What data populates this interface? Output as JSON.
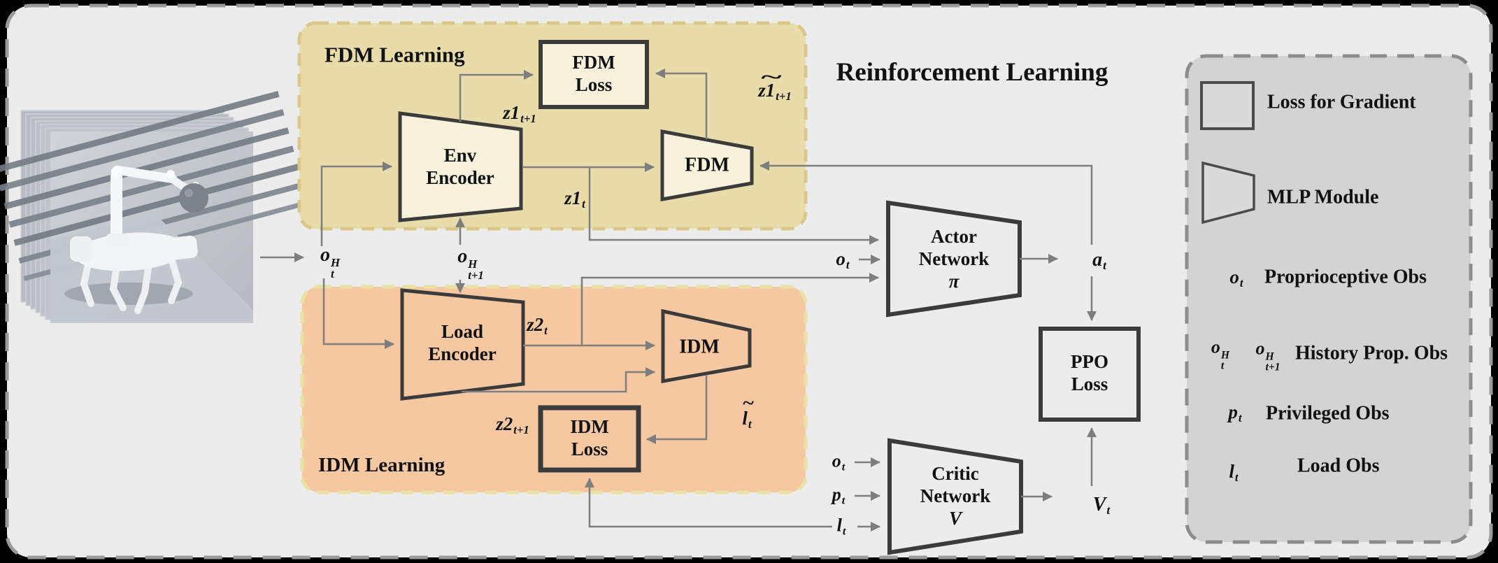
{
  "colors": {
    "bg": "#000000",
    "panel": "#ebeceb",
    "panel-border": "#9b9b9b",
    "fdm-bg": "#e9dcab",
    "fdm-border": "#dcc78b",
    "cream": "#f8f2dd",
    "idm-bg": "#f6c8a2",
    "idm-border": "#e9e2a4",
    "node-border": "#3b3b3b",
    "arrow": "#7e7e7e",
    "legend-bg": "#d3d3d3",
    "legend-shape-bg": "#dadada",
    "legend-border": "#8c8c8c",
    "legend-shape": "#4b4b4b",
    "text": "#111111"
  },
  "sections": {
    "fdm": "FDM Learning",
    "idm": "IDM  Learning",
    "rl": "Reinforcement Learning"
  },
  "nodes": {
    "env_encoder": {
      "line1": "Env",
      "line2": "Encoder"
    },
    "fdm_loss": {
      "line1": "FDM",
      "line2": "Loss"
    },
    "fdm": {
      "label": "FDM"
    },
    "load_encoder": {
      "line1": "Load",
      "line2": "Encoder"
    },
    "idm": {
      "label": "IDM"
    },
    "idm_loss": {
      "line1": "IDM",
      "line2": "Loss"
    },
    "actor": {
      "line1": "Actor",
      "line2": "Network",
      "line3": "π"
    },
    "critic": {
      "line1": "Critic",
      "line2": "Network",
      "line3": "V"
    },
    "ppo_loss": {
      "line1": "PPO",
      "line2": "Loss"
    }
  },
  "signals": {
    "oH_t": {
      "base": "o",
      "sup": "H",
      "sub": "t"
    },
    "oH_t1": {
      "base": "o",
      "sup": "H",
      "sub": "t+1"
    },
    "z1_t1": {
      "base": "z1",
      "sub": "t+1"
    },
    "z1_t": {
      "base": "z1",
      "sub": "t"
    },
    "z1_t1_pred": {
      "accent": "~",
      "base": "z1",
      "sub": "t+1"
    },
    "z2_t": {
      "base": "z2",
      "sub": "t"
    },
    "z2_t1": {
      "base": "z2",
      "sub": "t+1"
    },
    "l_t_pred": {
      "accent": "~",
      "base": "l",
      "sub": "t"
    },
    "o_t": {
      "base": "o",
      "sub": "t"
    },
    "a_t": {
      "base": "a",
      "sub": "t"
    },
    "p_t": {
      "base": "p",
      "sub": "t"
    },
    "l_t": {
      "base": "l",
      "sub": "t"
    },
    "V_t": {
      "base": "V",
      "sub": "t"
    }
  },
  "legend": {
    "loss_box": "Loss for Gradient",
    "mlp": "MLP Module",
    "proprio": "Proprioceptive Obs",
    "history": "History Prop. Obs",
    "privileged": "Privileged Obs",
    "load": "Load Obs"
  }
}
